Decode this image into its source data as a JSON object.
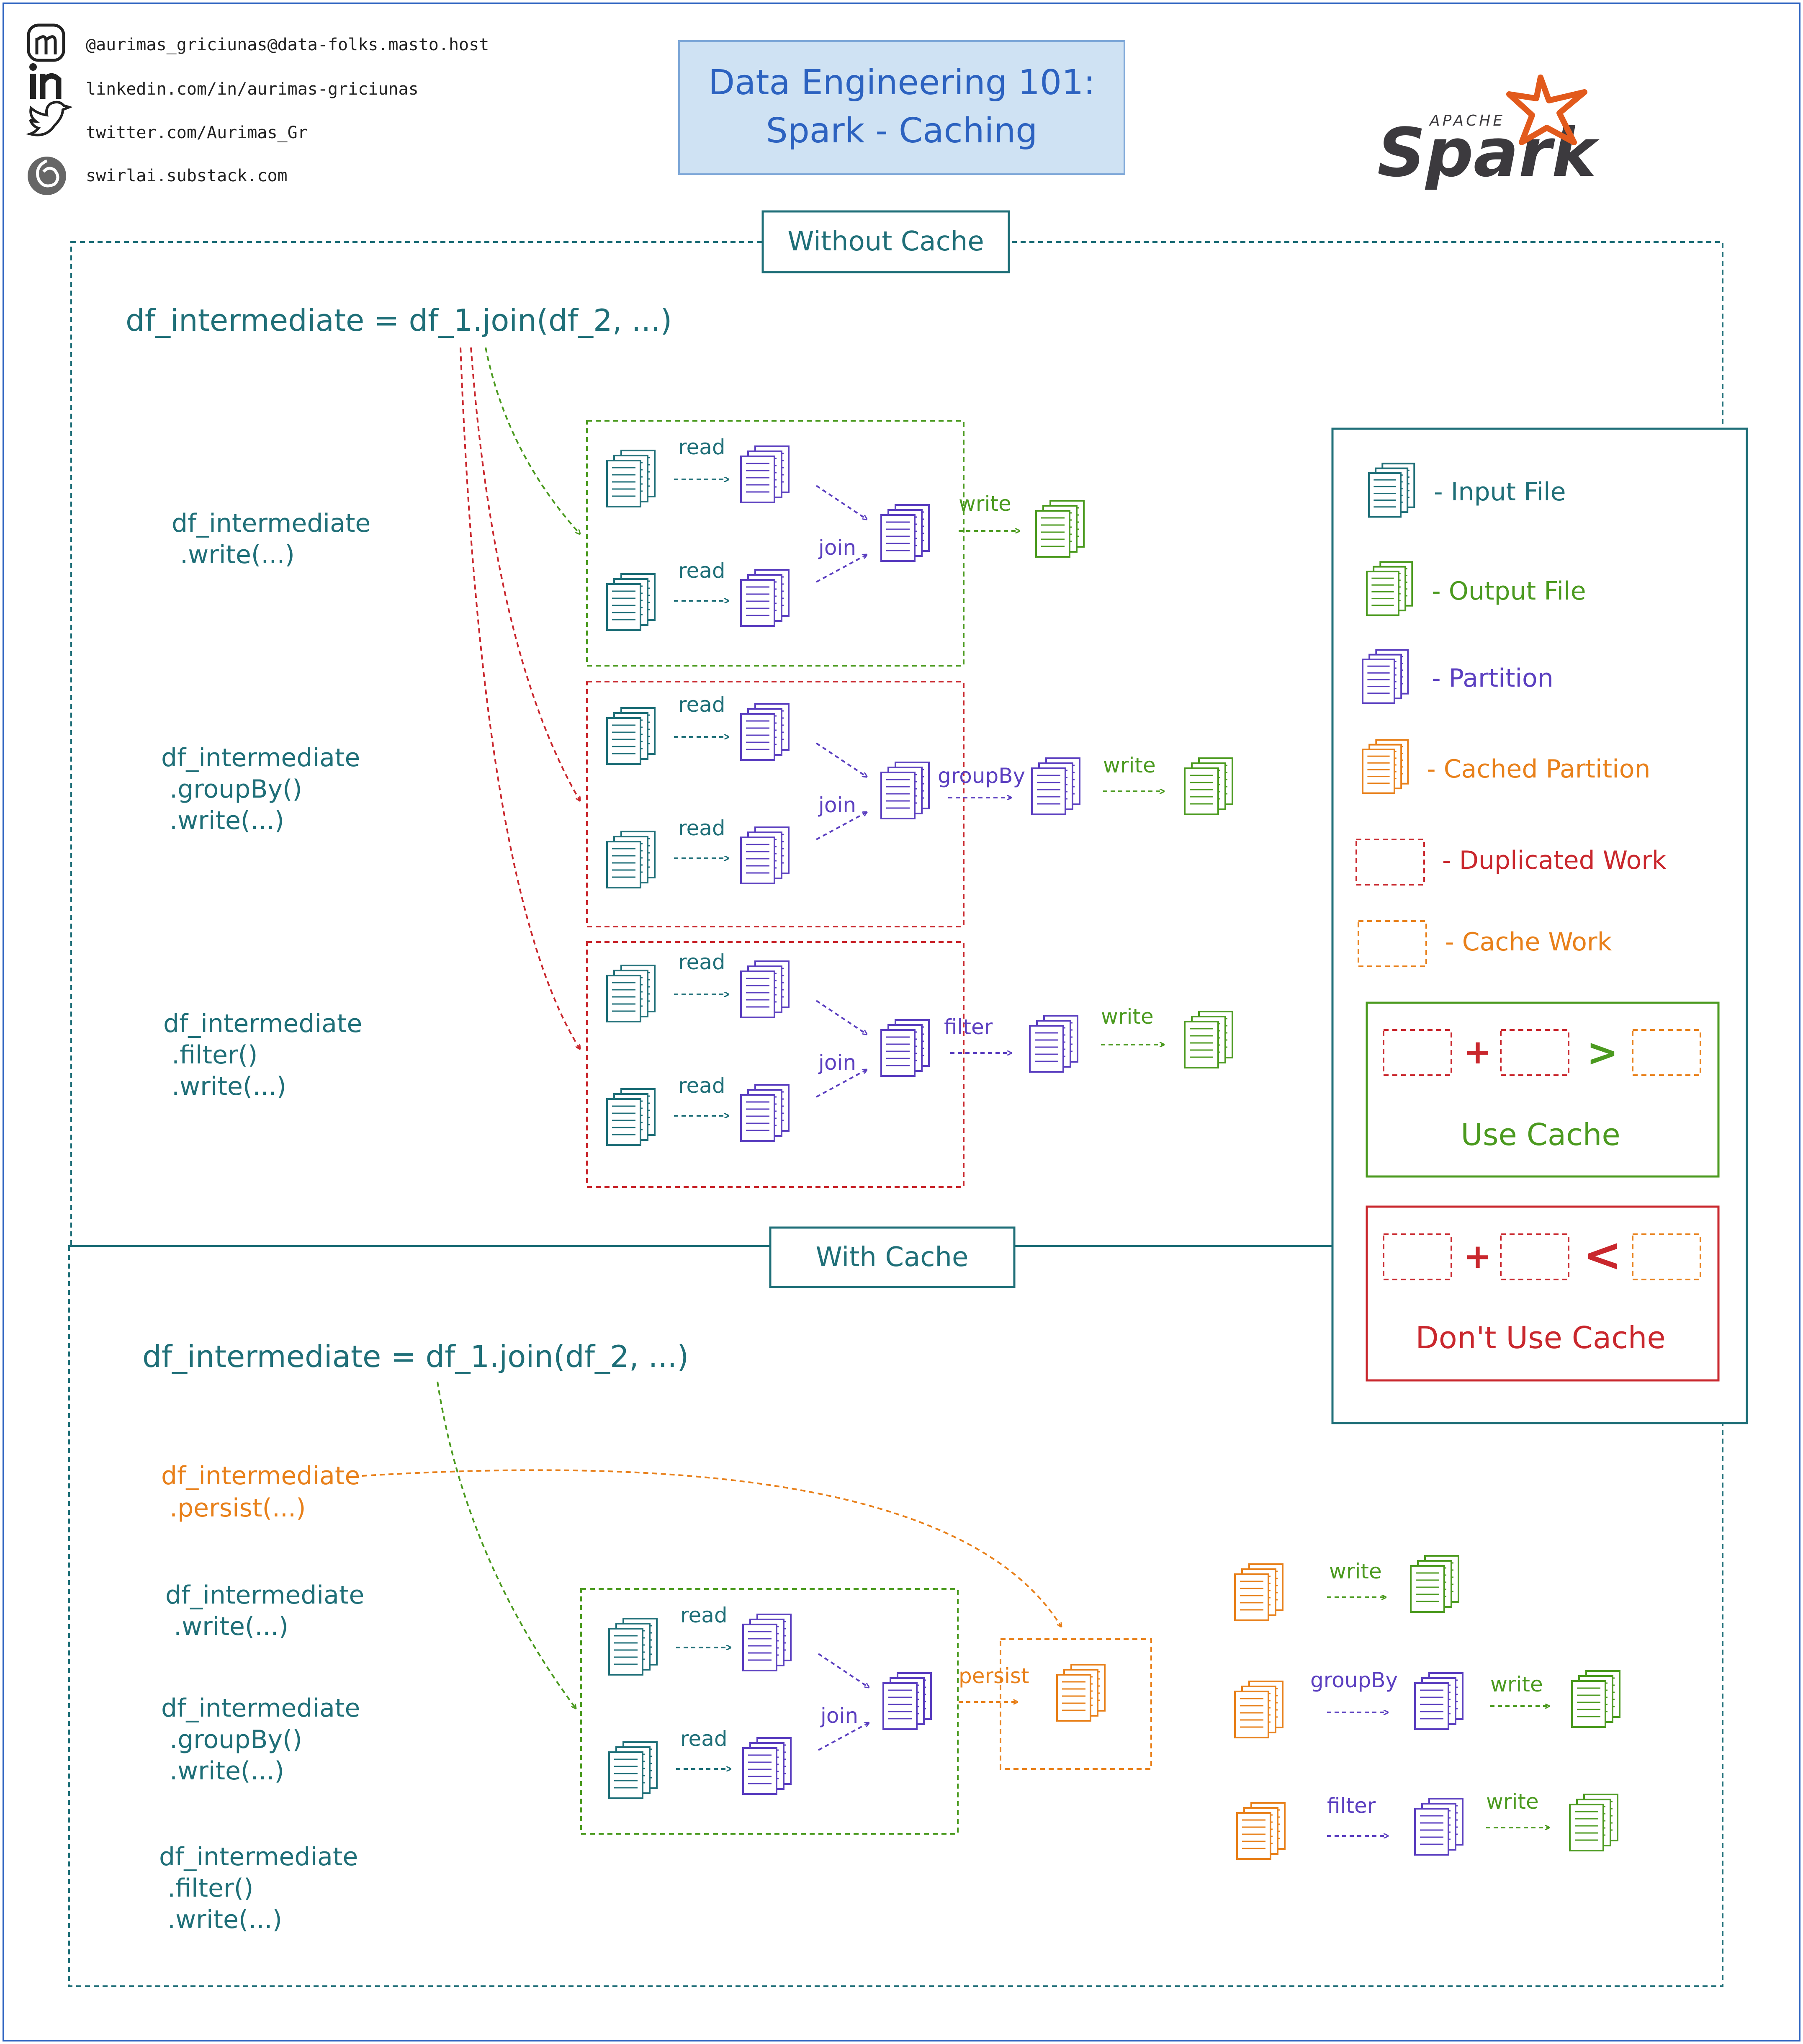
{
  "author": {
    "links": [
      {
        "icon": "mastodon-icon",
        "text": "@aurimas_griciunas@data-folks.masto.host"
      },
      {
        "icon": "linkedin-icon",
        "text": "linkedin.com/in/aurimas-griciunas"
      },
      {
        "icon": "twitter-icon",
        "text": "twitter.com/Aurimas_Gr"
      },
      {
        "icon": "substack-icon",
        "text": "swirlai.substack.com"
      }
    ]
  },
  "title": {
    "line1": "Data Engineering 101:",
    "line2": "Spark - Caching"
  },
  "logo": {
    "small": "APACHE",
    "big": "Spark"
  },
  "colors": {
    "teal": "#1f6f78",
    "green": "#4b9a1f",
    "purple": "#5b3fc0",
    "orange": "#e8801a",
    "red": "#c9272d",
    "blue": "#2c62c0"
  },
  "without_cache": {
    "label": "Without Cache",
    "code": "df_intermediate = df_1.join(df_2, ...)",
    "ops": [
      {
        "lines": [
          "df_intermediate",
          " .write(...)"
        ]
      },
      {
        "lines": [
          "df_intermediate",
          " .groupBy()",
          " .write(...)"
        ]
      },
      {
        "lines": [
          "df_intermediate",
          " .filter()",
          " .write(...)"
        ]
      }
    ]
  },
  "with_cache": {
    "label": "With Cache",
    "code": "df_intermediate = df_1.join(df_2, ...)",
    "persist_op": [
      "df_intermediate",
      " .persist(...)"
    ],
    "ops": [
      {
        "lines": [
          "df_intermediate",
          " .write(...)"
        ]
      },
      {
        "lines": [
          "df_intermediate",
          " .groupBy()",
          " .write(...)"
        ]
      },
      {
        "lines": [
          "df_intermediate",
          " .filter()",
          " .write(...)"
        ]
      }
    ]
  },
  "flow_labels": {
    "read": "read",
    "join": "join",
    "write": "write",
    "groupBy": "groupBy",
    "filter": "filter",
    "persist": "persist"
  },
  "legend": {
    "items": [
      {
        "text": "- Input File"
      },
      {
        "text": "- Output File"
      },
      {
        "text": "- Partition"
      },
      {
        "text": "- Cached Partition"
      },
      {
        "text": "- Duplicated Work"
      },
      {
        "text": "- Cache Work"
      }
    ],
    "use_cache": "Use Cache",
    "dont_use_cache": "Don't Use Cache",
    "plus": "+",
    "gt": ">",
    "lt": "<"
  }
}
